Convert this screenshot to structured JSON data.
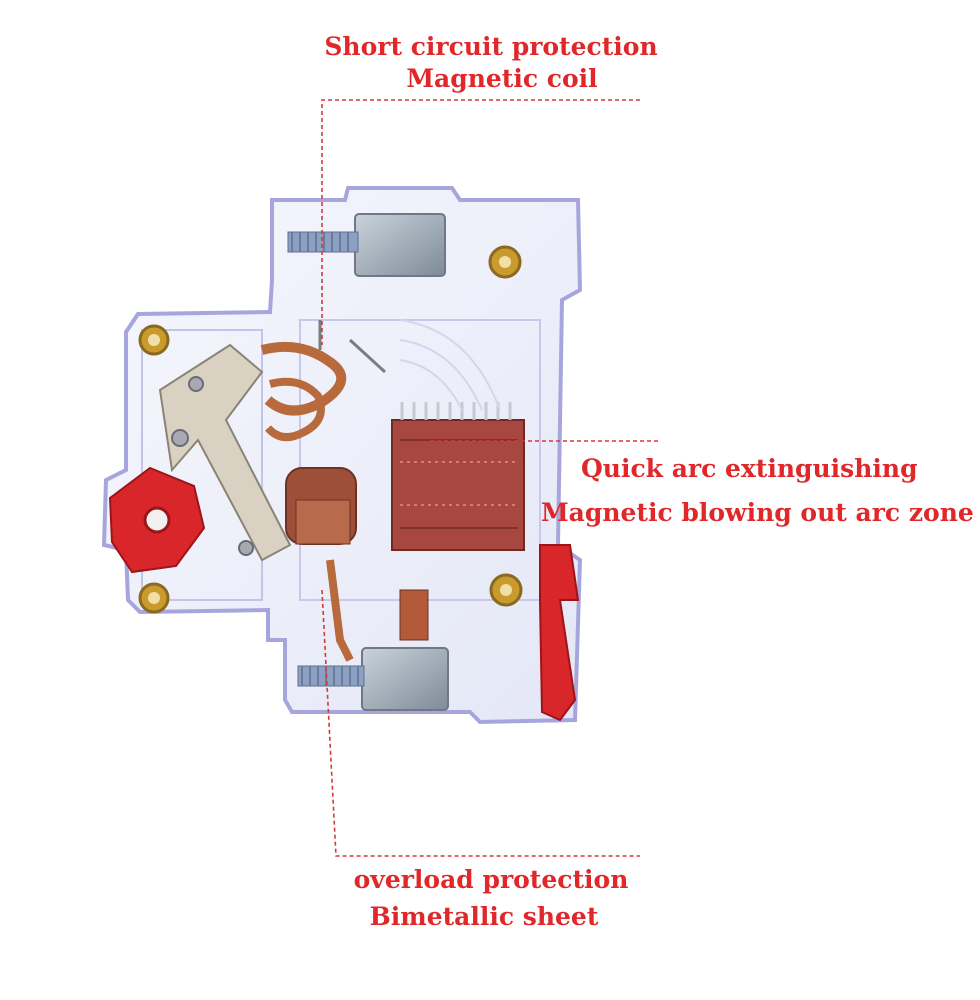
{
  "colors": {
    "label_text": "#e0282b",
    "leader_line": "#d33a3a",
    "housing_edge": "#a7a6dc",
    "housing_fill": "#eef0fb",
    "terminal_block": "#8f9aa6",
    "arc_chute": "#a8473f",
    "handle": "#d8262a",
    "rivet": "#c99a2e",
    "copper_coil": "#b86a3c"
  },
  "labels": {
    "short_circuit": {
      "line1": "Short circuit protection",
      "line2": "Magnetic coil"
    },
    "arc_zone": {
      "line1": "Quick arc extinguishing",
      "line2": "Magnetic blowing out arc zone"
    },
    "overload": {
      "line1": "overload protection",
      "line2": "Bimetallic sheet"
    }
  }
}
